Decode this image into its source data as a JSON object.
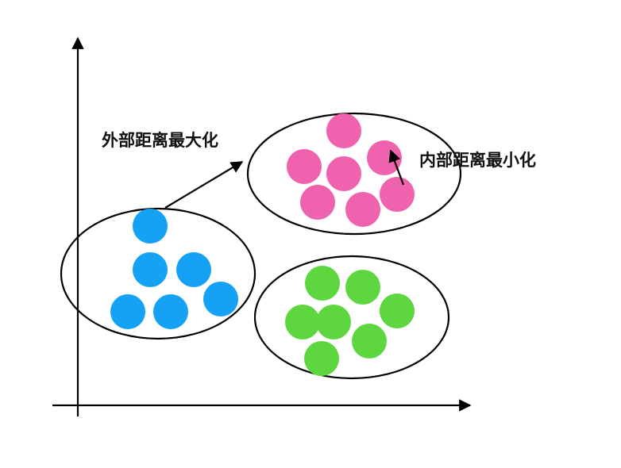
{
  "labels": {
    "outer_distance": "外部距离最大化",
    "inner_distance": "内部距离最小化"
  },
  "colors": {
    "blue_cluster": "#16a2f4",
    "pink_cluster": "#ef62ad",
    "green_cluster": "#5ed63f",
    "outline": "#000000"
  },
  "clusters": [
    {
      "name": "blue",
      "points": 6
    },
    {
      "name": "pink",
      "points": 7
    },
    {
      "name": "green",
      "points": 7
    }
  ]
}
